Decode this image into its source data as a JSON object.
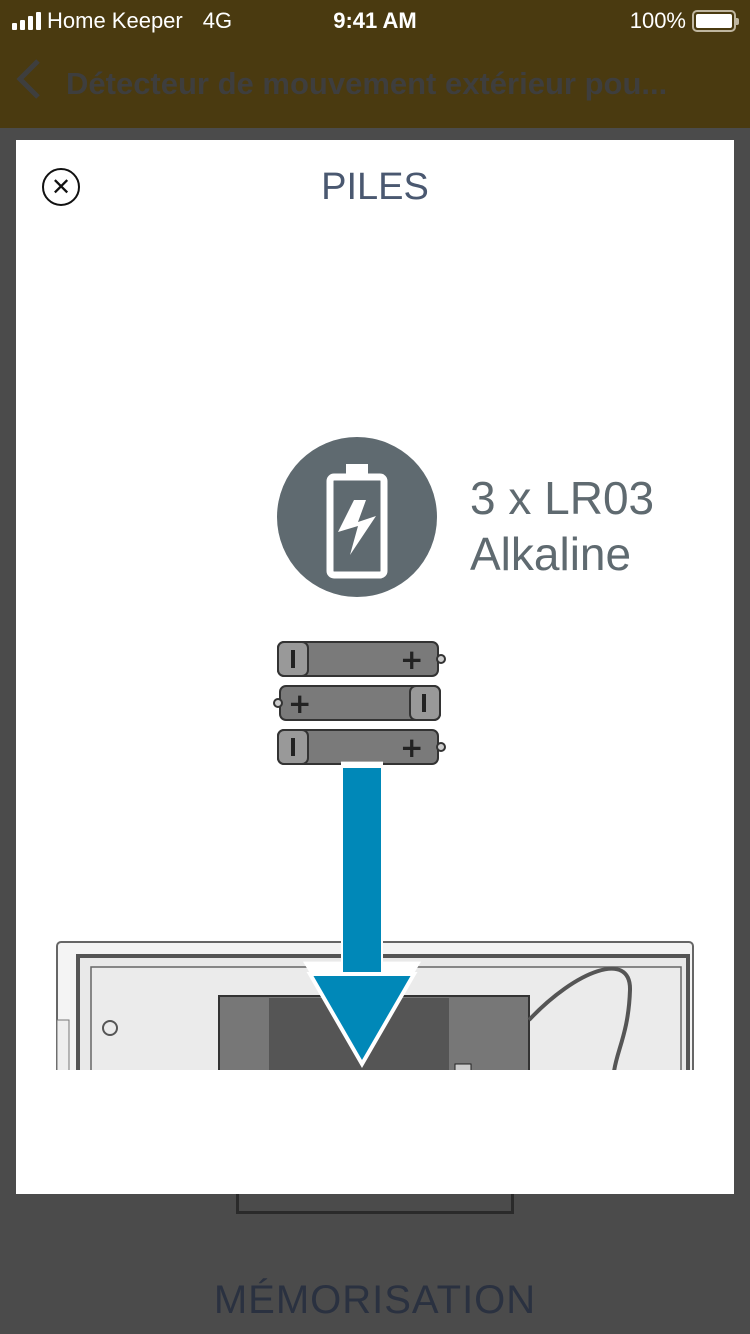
{
  "status_bar": {
    "carrier": "Home Keeper",
    "network": "4G",
    "time": "9:41 AM",
    "battery": "100%"
  },
  "nav": {
    "back_icon": "chevron-left-icon",
    "title": "Détecteur de mouvement extérieur pou..."
  },
  "modal": {
    "title": "PILES",
    "close_icon": "close-circle-icon",
    "battery_type_line1": "3 x LR03",
    "battery_type_line2": "Alkaline",
    "battery_icon": "battery-charging-icon",
    "arrow_color": "#0088b8"
  },
  "background": {
    "next_section_title": "MÉMORISATION"
  }
}
